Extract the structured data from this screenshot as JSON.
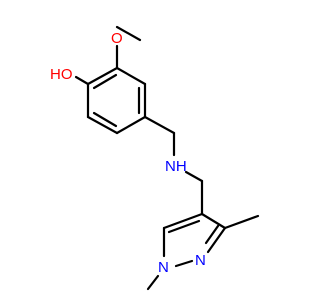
{
  "molecule": {
    "atoms": {
      "hydroxyl": "HO",
      "methoxy_oxygen": "O",
      "amine": "NH",
      "pyrazole_n1": "N",
      "pyrazole_n2": "N"
    },
    "colors": {
      "bond": "#000000",
      "carbon": "#000000",
      "oxygen": "#ff0000",
      "nitrogen": "#0000ff"
    }
  }
}
